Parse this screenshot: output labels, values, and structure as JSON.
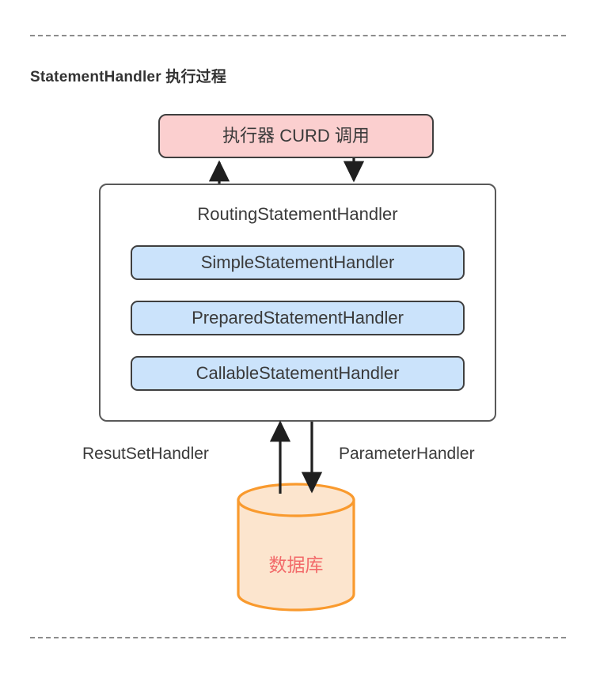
{
  "page": {
    "background": "#ffffff",
    "text_color": "#333333"
  },
  "dividers": {
    "top_label": "dashed-divider-top",
    "bottom_label": "dashed-divider-bottom",
    "color": "#8c8c8c"
  },
  "section": {
    "title": "StatementHandler 执行过程"
  },
  "diagram": {
    "executor": {
      "label": "执行器 CURD 调用",
      "fill": "#fbcfcf",
      "stroke": "#3f3f3f"
    },
    "container": {
      "label": "RoutingStatementHandler",
      "fill": "#ffffff",
      "stroke": "#595959"
    },
    "handlers": [
      {
        "label": "SimpleStatementHandler",
        "fill": "#cbe3fb",
        "stroke": "#3f3f3f"
      },
      {
        "label": "PreparedStatementHandler",
        "fill": "#cbe3fb",
        "stroke": "#3f3f3f"
      },
      {
        "label": "CallableStatementHandler",
        "fill": "#cbe3fb",
        "stroke": "#3f3f3f"
      }
    ],
    "edge_labels": {
      "left": "ResutSetHandler",
      "right": "ParameterHandler"
    },
    "database": {
      "label": "数据库",
      "fill": "#fce5ce",
      "stroke": "#f90000",
      "stroke_actual": "#f99a2e",
      "text_color": "#f26a6a"
    },
    "arrows": [
      {
        "name": "executor-up-arrow",
        "direction": "up",
        "from": "RoutingStatementHandler",
        "to": "执行器 CURD 调用"
      },
      {
        "name": "executor-down-arrow",
        "direction": "down",
        "from": "执行器 CURD 调用",
        "to": "RoutingStatementHandler"
      },
      {
        "name": "database-up-arrow",
        "direction": "up",
        "from": "数据库",
        "to": "RoutingStatementHandler"
      },
      {
        "name": "database-down-arrow",
        "direction": "down",
        "from": "RoutingStatementHandler",
        "to": "数据库"
      }
    ]
  }
}
